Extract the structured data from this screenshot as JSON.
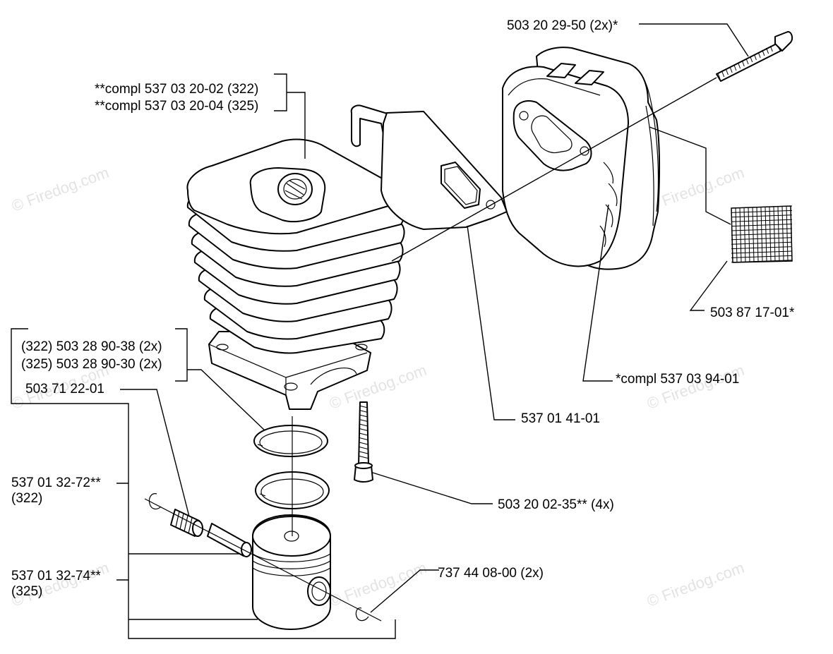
{
  "watermark": "© Firedog.com",
  "labels": {
    "cylinder_322": "**compl 537 03 20-02 (322)",
    "cylinder_325": "**compl 537 03 20-04 (325)",
    "screw_top": "503 20 29-50 (2x)*",
    "screen": "503 87 17-01*",
    "muffler": "*compl 537 03 94-01",
    "gasket": "537 01 41-01",
    "ring_322": "(322) 503 28 90-38 (2x)",
    "ring_325": "(325) 503 28 90-30 (2x)",
    "bearing": "503 71 22-01",
    "piston_322_a": "537 01 32-72**",
    "piston_322_b": "(322)",
    "piston_325_a": "537 01 32-74**",
    "piston_325_b": "(325)",
    "screw_cyl": "503 20 02-35** (4x)",
    "circlip": "737 44 08-00 (2x)"
  }
}
